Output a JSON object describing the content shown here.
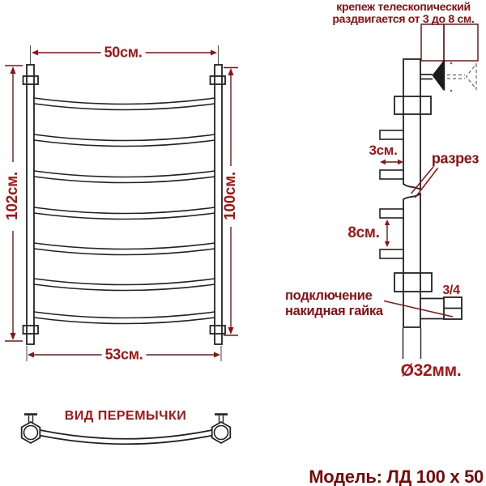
{
  "top_note": {
    "line1": "крепеж телескопический",
    "line2": "раздвигается от 3 до 8 см."
  },
  "front_view": {
    "dim_width_top": "50см.",
    "dim_height_left": "102см.",
    "dim_height_right": "100см.",
    "dim_width_bottom": "53см.",
    "rung_count": 7,
    "rung_y": [
      121,
      166,
      211,
      256,
      300,
      344,
      385
    ]
  },
  "side_view": {
    "dim_rung_offset": "3см.",
    "dim_rung_spacing": "8см.",
    "section_label": "разрез",
    "connection_label_line1": "подключение",
    "connection_label_line2": "накидная гайка",
    "thread_size_label": "3/4",
    "pipe_diameter_label": "Ø32мм.",
    "stub_y": [
      161,
      210,
      258,
      308
    ]
  },
  "crossbar_view": {
    "title": "ВИД ПЕРЕМЫЧКИ"
  },
  "footer": {
    "model_label": "Модель: ЛД 100 х 50"
  },
  "colors": {
    "drawing_line": "#222222",
    "dimension_line": "#7a1515",
    "dimension_text": "#a81414",
    "label_text": "#8c0e0e",
    "model_text": "#7a0a0a",
    "background": "#ffffff"
  }
}
